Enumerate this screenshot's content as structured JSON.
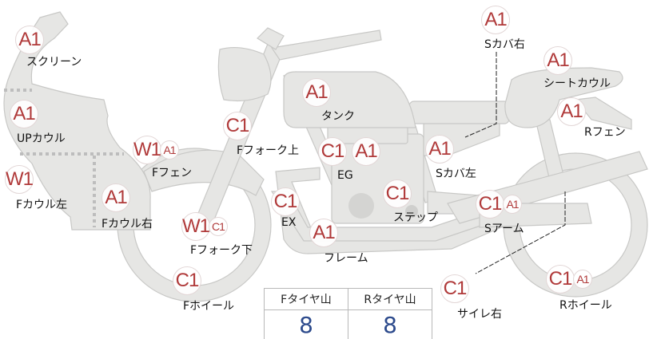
{
  "colors": {
    "mark_text": "#b03a3a",
    "bike_fill": "#e6e6e4",
    "bike_stroke": "#c8c8c6",
    "tire_value": "#2c4a8c"
  },
  "parts": [
    {
      "label": "スクリーン",
      "marks": [
        "A1"
      ]
    },
    {
      "label": "UPカウル",
      "marks": [
        "A1"
      ]
    },
    {
      "label": "Fカウル左",
      "marks": [
        "W1"
      ]
    },
    {
      "label": "Fカウル右",
      "marks": [
        "A1"
      ]
    },
    {
      "label": "Fフェン",
      "marks": [
        "W1",
        "A1"
      ]
    },
    {
      "label": "Fフォーク上",
      "marks": [
        "C1"
      ]
    },
    {
      "label": "Fフォーク下",
      "marks": [
        "W1",
        "C1"
      ]
    },
    {
      "label": "Fホイール",
      "marks": [
        "C1"
      ]
    },
    {
      "label": "タンク",
      "marks": [
        "A1"
      ]
    },
    {
      "label": "EG",
      "marks": [
        "C1",
        "A1"
      ]
    },
    {
      "label": "EX",
      "marks": [
        "C1"
      ]
    },
    {
      "label": "フレーム",
      "marks": [
        "A1"
      ]
    },
    {
      "label": "ステップ",
      "marks": [
        "C1"
      ]
    },
    {
      "label": "Sカバ右",
      "marks": [
        "A1"
      ]
    },
    {
      "label": "シートカウル",
      "marks": [
        "A1"
      ]
    },
    {
      "label": "Rフェン",
      "marks": [
        "A1"
      ]
    },
    {
      "label": "Sカバ左",
      "marks": [
        "A1"
      ]
    },
    {
      "label": "Sアーム",
      "marks": [
        "C1",
        "A1"
      ]
    },
    {
      "label": "サイレ右",
      "marks": [
        "C1"
      ]
    },
    {
      "label": "Rホイール",
      "marks": [
        "C1",
        "A1"
      ]
    }
  ],
  "tires": {
    "front_label": "Fタイヤ山",
    "rear_label": "Rタイヤ山",
    "front_value": "8",
    "rear_value": "8"
  }
}
